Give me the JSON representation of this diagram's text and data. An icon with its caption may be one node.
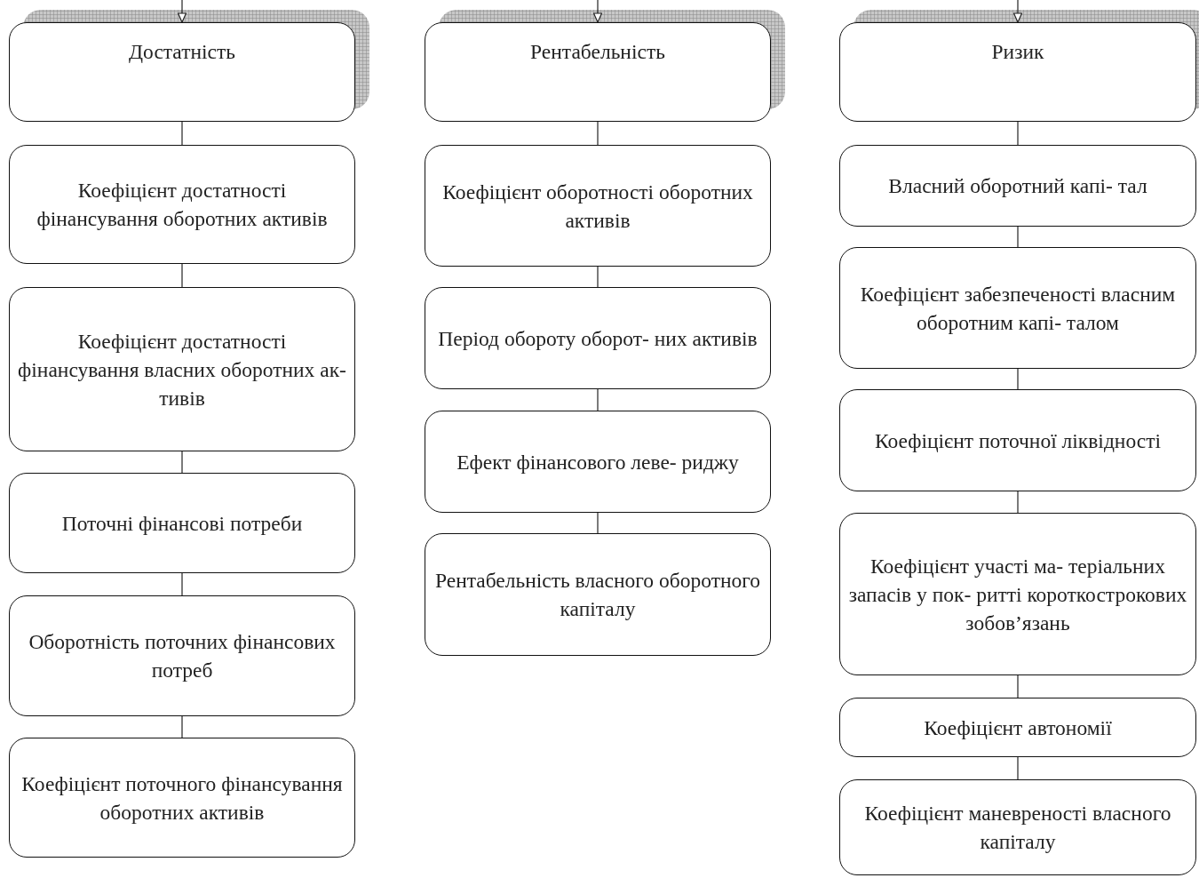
{
  "diagram": {
    "nodes": [
      {
        "text": [
          "Достатність"
        ]
      },
      {
        "text": [
          "Коефіцієнт достатності фінансування оборотних активів"
        ]
      },
      {
        "text": [
          "Коефіцієнт достатності фінансування власних оборотних ак- тивів"
        ]
      },
      {
        "text": [
          "Поточні фінансові  потреби"
        ]
      },
      {
        "text": [
          "Оборотність поточних фінансових потреб"
        ]
      },
      {
        "text": [
          "Коефіцієнт поточного фінансування оборотних активів"
        ]
      },
      {
        "text": [
          "Рентабельність"
        ]
      },
      {
        "text": [
          "Коефіцієнт оборотності оборотних активів"
        ]
      },
      {
        "text": [
          "Період обороту оборот- них активів"
        ]
      },
      {
        "text": [
          "Ефект фінансового леве- риджу"
        ]
      },
      {
        "text": [
          "Рентабельність власного оборотного капіталу"
        ]
      },
      {
        "text": [
          "Ризик"
        ]
      },
      {
        "text": [
          "Власний оборотний капі- тал"
        ]
      },
      {
        "text": [
          "Коефіцієнт забезпеченості власним оборотним капі- талом"
        ]
      },
      {
        "text": [
          "Коефіцієнт поточної ліквідності"
        ]
      },
      {
        "text": [
          "Коефіцієнт участі  ма- теріальних запасів у пок- ритті  короткострокових зобов’язань"
        ]
      },
      {
        "text": [
          "Коефіцієнт автономії"
        ]
      },
      {
        "text": [
          "Коефіцієнт маневреності власного капіталу"
        ]
      }
    ],
    "edges": [
      {
        "from": null,
        "to": 0,
        "arrow": "to"
      },
      {
        "from": null,
        "to": 6,
        "arrow": "to"
      },
      {
        "from": null,
        "to": 11,
        "arrow": "to"
      },
      {
        "from": 0,
        "to": 1,
        "arrow": "none"
      },
      {
        "from": 1,
        "to": 2,
        "arrow": "none"
      },
      {
        "from": 2,
        "to": 3,
        "arrow": "none"
      },
      {
        "from": 3,
        "to": 4,
        "arrow": "none"
      },
      {
        "from": 4,
        "to": 5,
        "arrow": "none"
      },
      {
        "from": 6,
        "to": 7,
        "arrow": "none"
      },
      {
        "from": 7,
        "to": 8,
        "arrow": "none"
      },
      {
        "from": 8,
        "to": 9,
        "arrow": "none"
      },
      {
        "from": 9,
        "to": 10,
        "arrow": "none"
      },
      {
        "from": 11,
        "to": 12,
        "arrow": "none"
      },
      {
        "from": 12,
        "to": 13,
        "arrow": "none"
      },
      {
        "from": 13,
        "to": 14,
        "arrow": "none"
      },
      {
        "from": 14,
        "to": 15,
        "arrow": "none"
      },
      {
        "from": 15,
        "to": 16,
        "arrow": "none"
      },
      {
        "from": 16,
        "to": 17,
        "arrow": "none"
      }
    ]
  }
}
